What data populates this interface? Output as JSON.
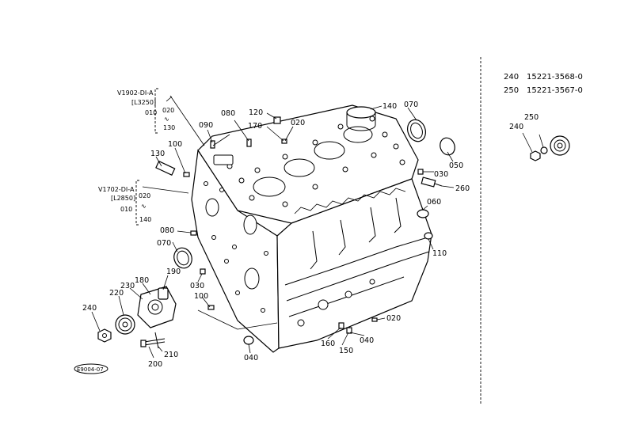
{
  "drawing": {
    "callouts": [
      {
        "id": "c120",
        "text": "120"
      },
      {
        "id": "c170",
        "text": "170"
      },
      {
        "id": "c020a",
        "text": "020"
      },
      {
        "id": "c080",
        "text": "080"
      },
      {
        "id": "c090",
        "text": "090"
      },
      {
        "id": "c100a",
        "text": "100"
      },
      {
        "id": "c130",
        "text": "130"
      },
      {
        "id": "c140",
        "text": "140"
      },
      {
        "id": "c070a",
        "text": "070"
      },
      {
        "id": "c050",
        "text": "050"
      },
      {
        "id": "c030a",
        "text": "030"
      },
      {
        "id": "c260",
        "text": "260"
      },
      {
        "id": "c060",
        "text": "060"
      },
      {
        "id": "c110",
        "text": "110"
      },
      {
        "id": "c080b",
        "text": "080"
      },
      {
        "id": "c070b",
        "text": "070"
      },
      {
        "id": "c190",
        "text": "190"
      },
      {
        "id": "c180",
        "text": "180"
      },
      {
        "id": "c230",
        "text": "230"
      },
      {
        "id": "c220",
        "text": "220"
      },
      {
        "id": "c240a",
        "text": "240"
      },
      {
        "id": "c030b",
        "text": "030"
      },
      {
        "id": "c100b",
        "text": "100"
      },
      {
        "id": "c210",
        "text": "210"
      },
      {
        "id": "c200",
        "text": "200"
      },
      {
        "id": "c040a",
        "text": "040"
      },
      {
        "id": "c020b",
        "text": "020"
      },
      {
        "id": "c040b",
        "text": "040"
      },
      {
        "id": "c160",
        "text": "160"
      },
      {
        "id": "c150",
        "text": "150"
      },
      {
        "id": "c250r",
        "text": "250"
      },
      {
        "id": "c240r",
        "text": "240"
      }
    ],
    "group_top": {
      "model": "V1902-DI-A",
      "model_sub": "[L3250]",
      "items": [
        "010",
        "020"
      ],
      "range_sym": "∿",
      "range_end": "130"
    },
    "group_mid": {
      "model": "V1702-DI-A",
      "model_sub": "[L2850]",
      "items": [
        "010",
        "020"
      ],
      "range_sym": "∿",
      "range_end": "140"
    },
    "figure_code": "E9004-07"
  },
  "legend": [
    {
      "ref": "240",
      "part_number": "15221-3568-0"
    },
    {
      "ref": "250",
      "part_number": "15221-3567-0"
    }
  ]
}
